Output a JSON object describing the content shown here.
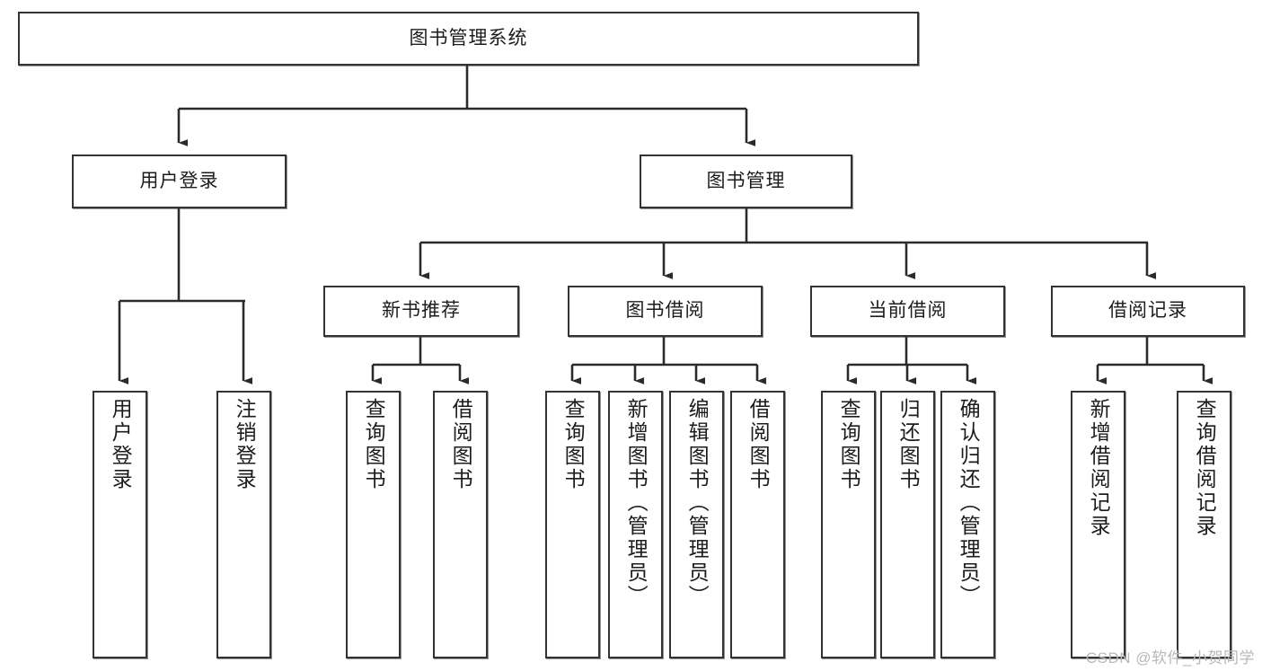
{
  "diagram": {
    "type": "hierarchy-tree",
    "title": "图书管理系统",
    "watermark": "CSDN @软件_小贺同学",
    "colors": {
      "box_border": "#333333",
      "box_fill": "#ffffff",
      "connector": "#2b2b2b",
      "text": "#1c1c1c",
      "watermark": "#b8b8b8"
    },
    "levels": {
      "root": {
        "label": "图书管理系统"
      },
      "level2": [
        {
          "id": "user-login",
          "label": "用户登录"
        },
        {
          "id": "book-manage",
          "label": "图书管理"
        }
      ],
      "level3": [
        {
          "id": "new-book-rec",
          "label": "新书推荐"
        },
        {
          "id": "book-borrow",
          "label": "图书借阅"
        },
        {
          "id": "current-borrow",
          "label": "当前借阅"
        },
        {
          "id": "borrow-record",
          "label": "借阅记录"
        }
      ],
      "leaves": {
        "user-login": [
          {
            "id": "leaf-user-login",
            "label": "用户登录"
          },
          {
            "id": "leaf-logout",
            "label": "注销登录"
          }
        ],
        "new-book-rec": [
          {
            "id": "leaf-query-book-1",
            "label": "查询图书"
          },
          {
            "id": "leaf-borrow-book-1",
            "label": "借阅图书"
          }
        ],
        "book-borrow": [
          {
            "id": "leaf-query-book-2",
            "label": "查询图书"
          },
          {
            "id": "leaf-add-book",
            "label": "新增图书（管理员）"
          },
          {
            "id": "leaf-edit-book",
            "label": "编辑图书（管理员）"
          },
          {
            "id": "leaf-borrow-book-2",
            "label": "借阅图书"
          }
        ],
        "current-borrow": [
          {
            "id": "leaf-query-book-3",
            "label": "查询图书"
          },
          {
            "id": "leaf-return-book",
            "label": "归还图书"
          },
          {
            "id": "leaf-confirm-return",
            "label": "确认归还（管理员）"
          }
        ],
        "borrow-record": [
          {
            "id": "leaf-add-record",
            "label": "新增借阅记录"
          },
          {
            "id": "leaf-query-record",
            "label": "查询借阅记录"
          }
        ]
      }
    }
  }
}
